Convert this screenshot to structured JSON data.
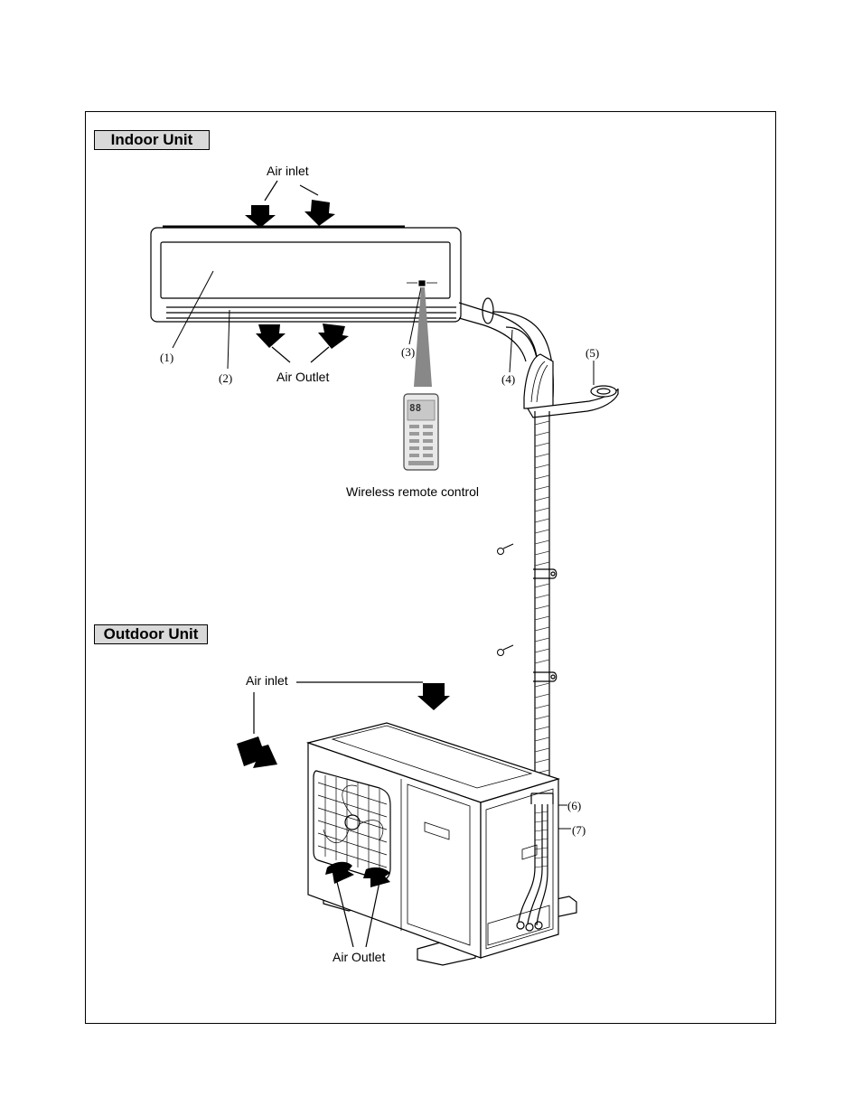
{
  "indoor": {
    "heading": "Indoor Unit",
    "air_inlet": "Air inlet",
    "air_outlet": "Air Outlet",
    "remote": "Wireless remote control",
    "remote_display": "88"
  },
  "outdoor": {
    "heading": "Outdoor Unit",
    "air_inlet": "Air inlet",
    "air_outlet": "Air Outlet"
  },
  "callouts": [
    "(1)",
    "(2)",
    "(3)",
    "(4)",
    "(5)",
    "(6)",
    "(7)"
  ],
  "colors": {
    "line": "#000000",
    "label_fill": "#d9d9d9",
    "remote_grey": "#c8c8c8"
  }
}
